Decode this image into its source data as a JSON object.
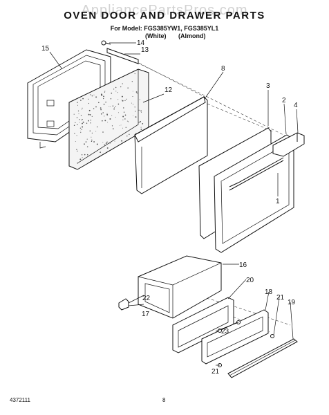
{
  "diagram": {
    "watermark": "AppliancePartsPros.com",
    "title": "OVEN DOOR AND DRAWER PARTS",
    "model_line": "For Model: FGS385YW1, FGS385YL1",
    "variants": [
      "(White)",
      "(Almond)"
    ],
    "doc_code": "4372111",
    "page_number": "8",
    "callouts": [
      "14",
      "15",
      "13",
      "8",
      "12",
      "3",
      "2",
      "4",
      "1",
      "16",
      "20",
      "22",
      "17",
      "18",
      "21",
      "19",
      "23",
      "21"
    ]
  }
}
